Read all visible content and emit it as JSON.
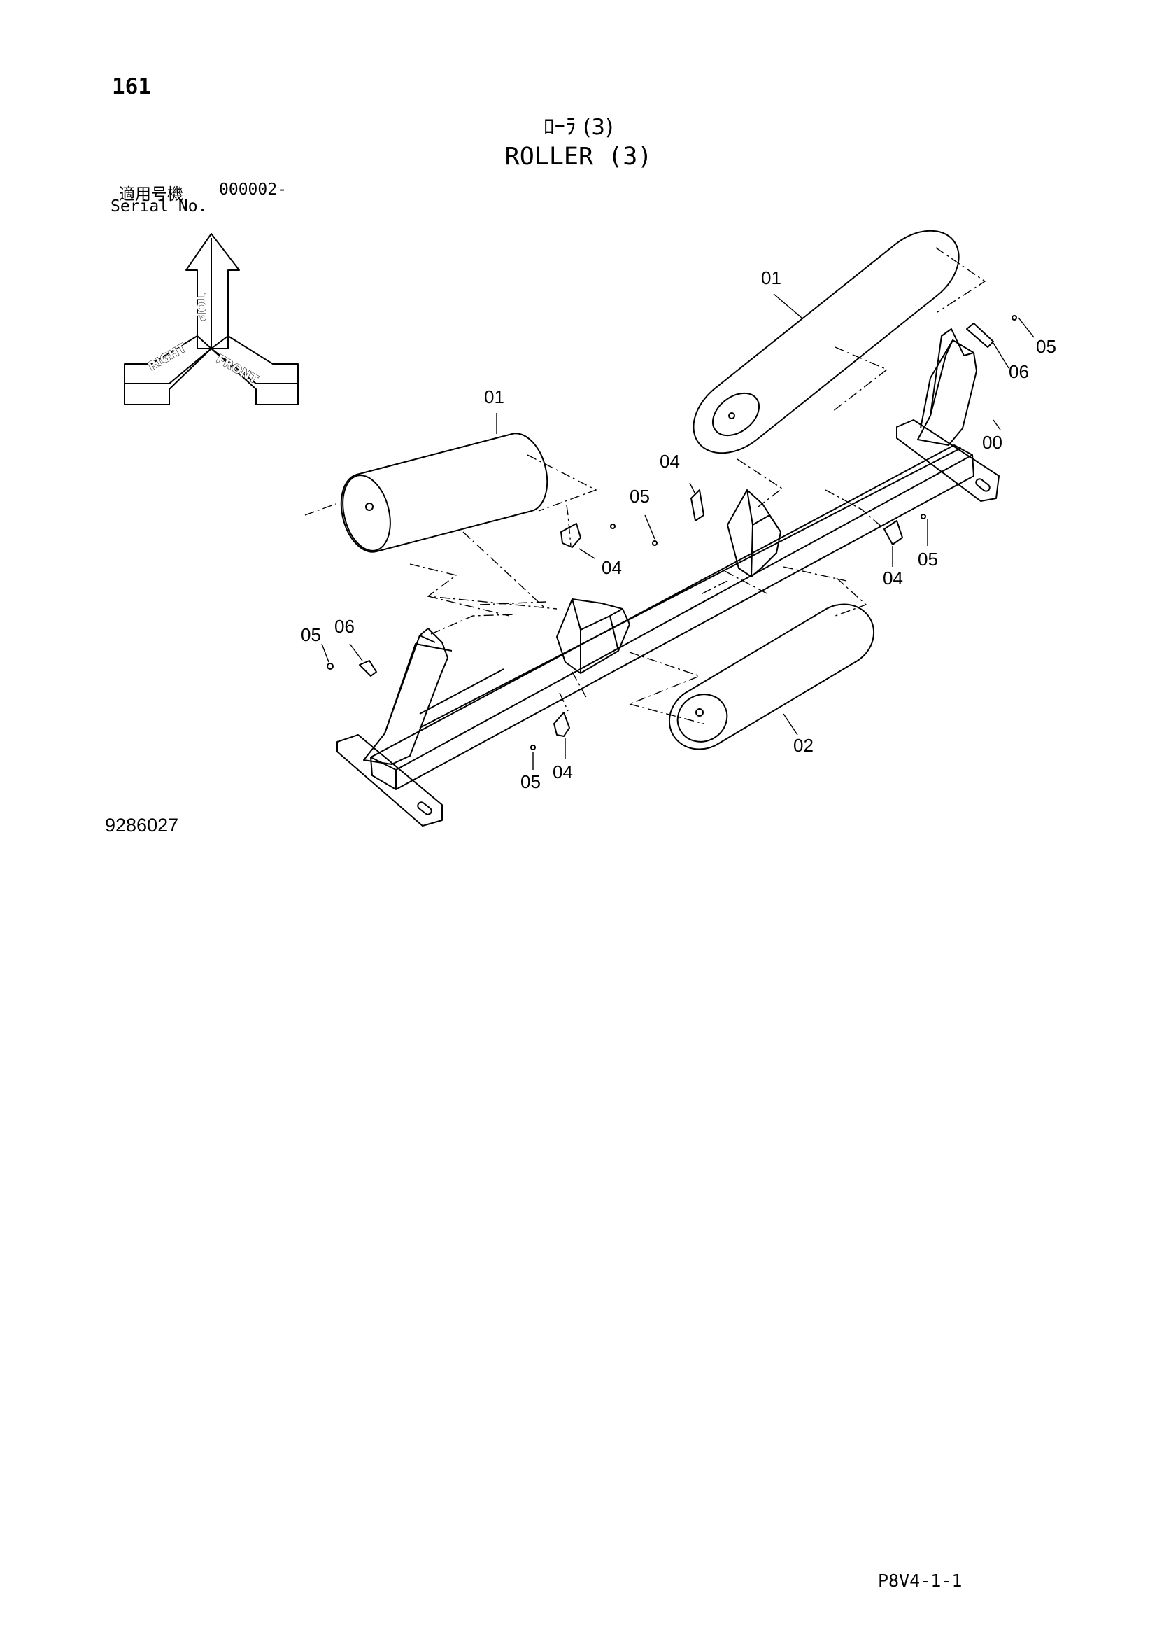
{
  "header": {
    "page_number": "161",
    "title_jp": "ﾛｰﾗ (3)",
    "title_en": "ROLLER (3)"
  },
  "serial": {
    "label_jp": "適用号機",
    "value": "000002-",
    "label_en": "Serial No."
  },
  "orientation": {
    "top": "TOP",
    "right": "RIGHT",
    "front": "FRONT"
  },
  "parts": {
    "frame": "00",
    "upper_roller_right": "01",
    "upper_roller_left": "01",
    "lower_roller": "02",
    "bracket_center_top": "04",
    "bracket_center_left": "04",
    "bracket_right": "04",
    "bracket_bottom": "04",
    "bolt_right_top": "05",
    "bolt_center": "05",
    "bolt_right": "05",
    "bolt_left": "05",
    "bolt_bottom": "05",
    "pin_right": "06",
    "pin_left": "06"
  },
  "footer": {
    "drawing_number": "9286027",
    "code": "P8V4-1-1"
  }
}
